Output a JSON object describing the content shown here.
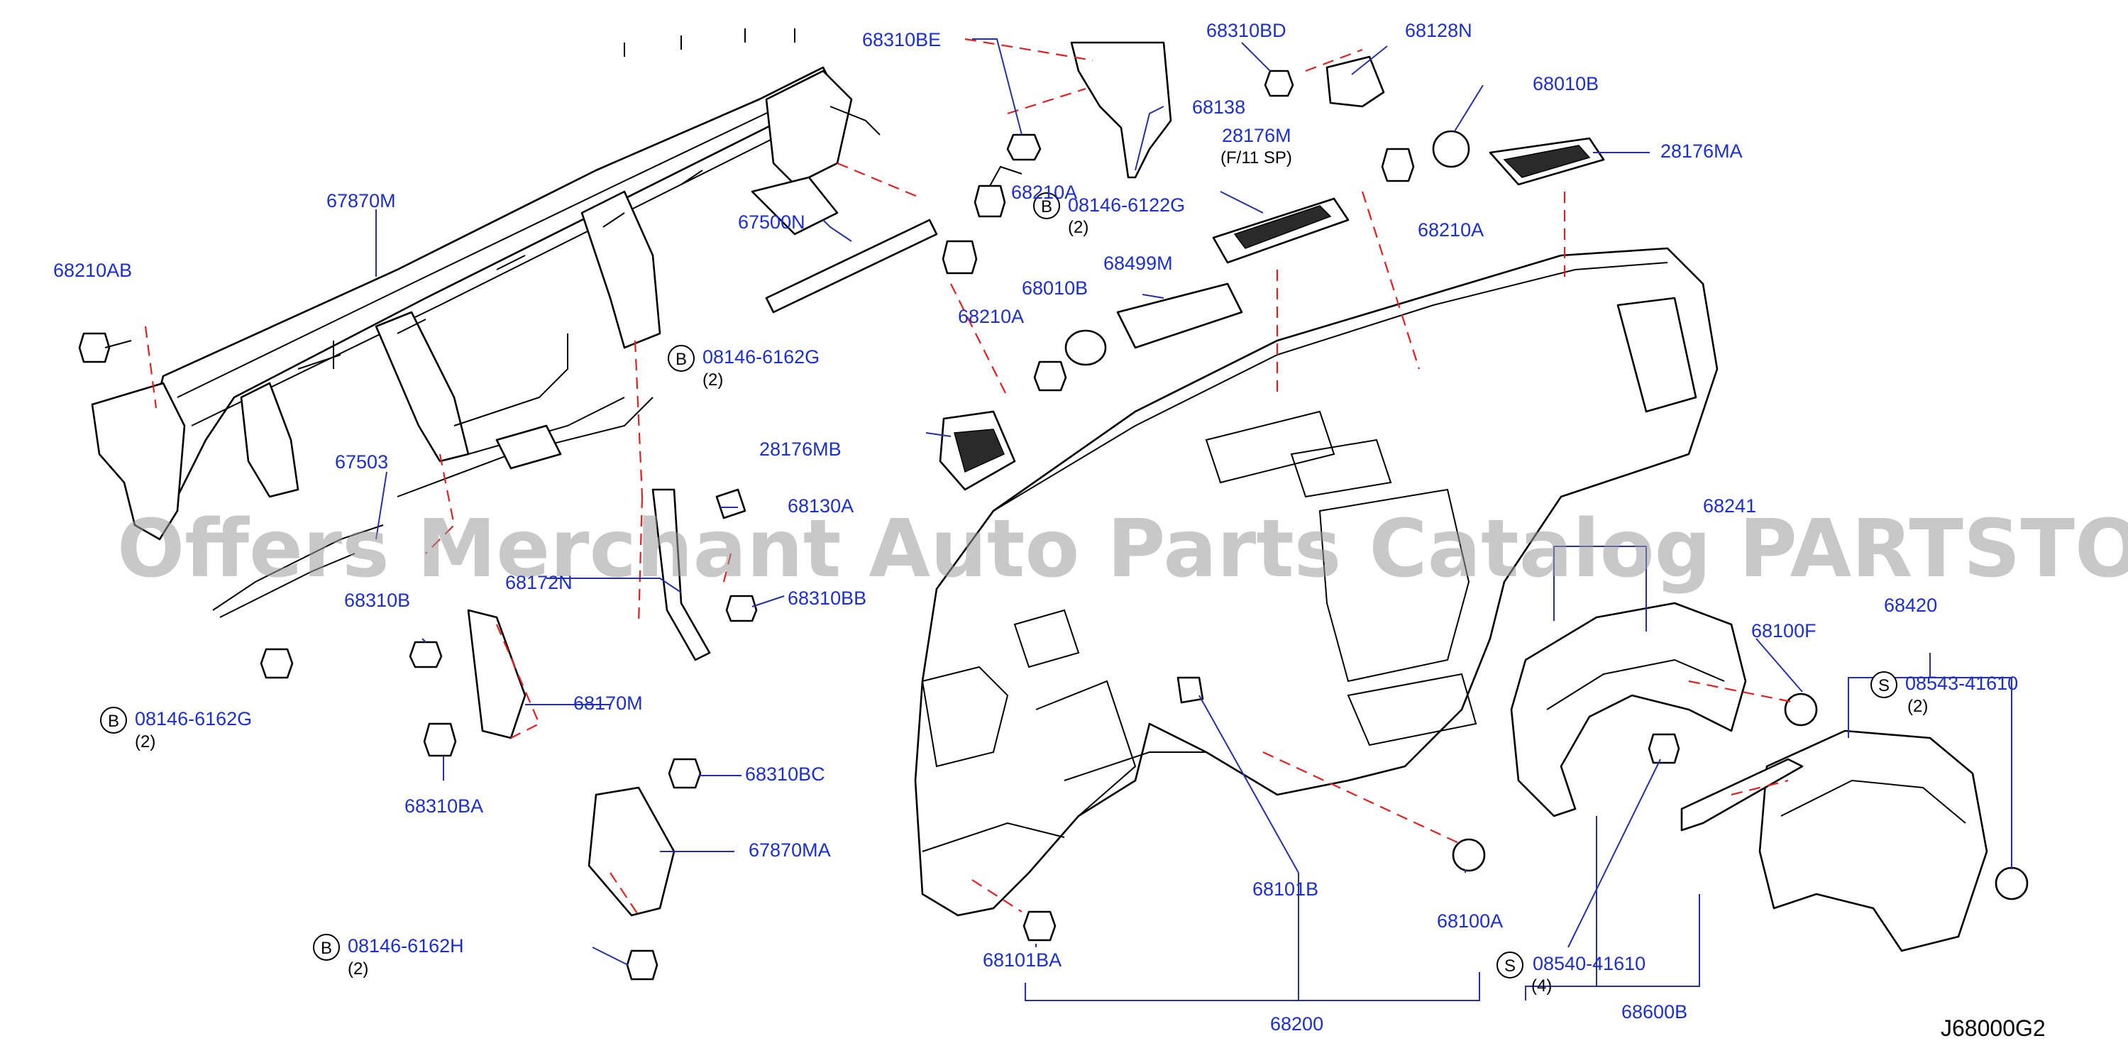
{
  "diagram_code": "J68000G2",
  "watermark": "Offers Merchant Auto Parts Catalog PARTSTORE.SA",
  "colors": {
    "label": "#1b2fd1",
    "leader": "#2430a6",
    "dashed_guide": "#e02020",
    "line_art": "#000000"
  },
  "labels": {
    "p68310BE": "68310BE",
    "p68310BD": "68310BD",
    "p68128N": "68128N",
    "p68138": "68138",
    "p68010B_top": "68010B",
    "p28176M": "28176M",
    "p28176M_note": "(F/11   SP)",
    "p28176MA": "28176MA",
    "p67870M": "67870M",
    "p68210AB": "68210AB",
    "p08146_6122G": "08146-6122G",
    "p08146_6122G_qty": "(2)",
    "p67500N": "67500N",
    "p68210A_top": "68210A",
    "p68499M": "68499M",
    "p68010B_mid": "68010B",
    "p68210A_mid": "68210A",
    "p08146_6162G_a": "08146-6162G",
    "p08146_6162G_a_qty": "(2)",
    "p28176MB": "28176MB",
    "p67503": "67503",
    "p68130A": "68130A",
    "p68241": "68241",
    "p68310B": "68310B",
    "p68172N": "68172N",
    "p68310BB": "68310BB",
    "p68100F": "68100F",
    "p68420": "68420",
    "p08543_41610": "08543-41610",
    "p08543_41610_qty": "(2)",
    "p08146_6162G_b": "08146-6162G",
    "p08146_6162G_b_qty": "(2)",
    "p68170M": "68170M",
    "p68310BC": "68310BC",
    "p68310BA": "68310BA",
    "p67870MA": "67870MA",
    "p68101B": "68101B",
    "p68100A": "68100A",
    "p08146_6162H": "08146-6162H",
    "p08146_6162H_qty": "(2)",
    "p08540_41610": "08540-41610",
    "p08540_41610_qty": "(4)",
    "p68101BA": "68101BA",
    "p68600B": "68600B",
    "p68200": "68200"
  },
  "prefix_marks": {
    "bolt_b": "B",
    "screw_s": "S"
  }
}
